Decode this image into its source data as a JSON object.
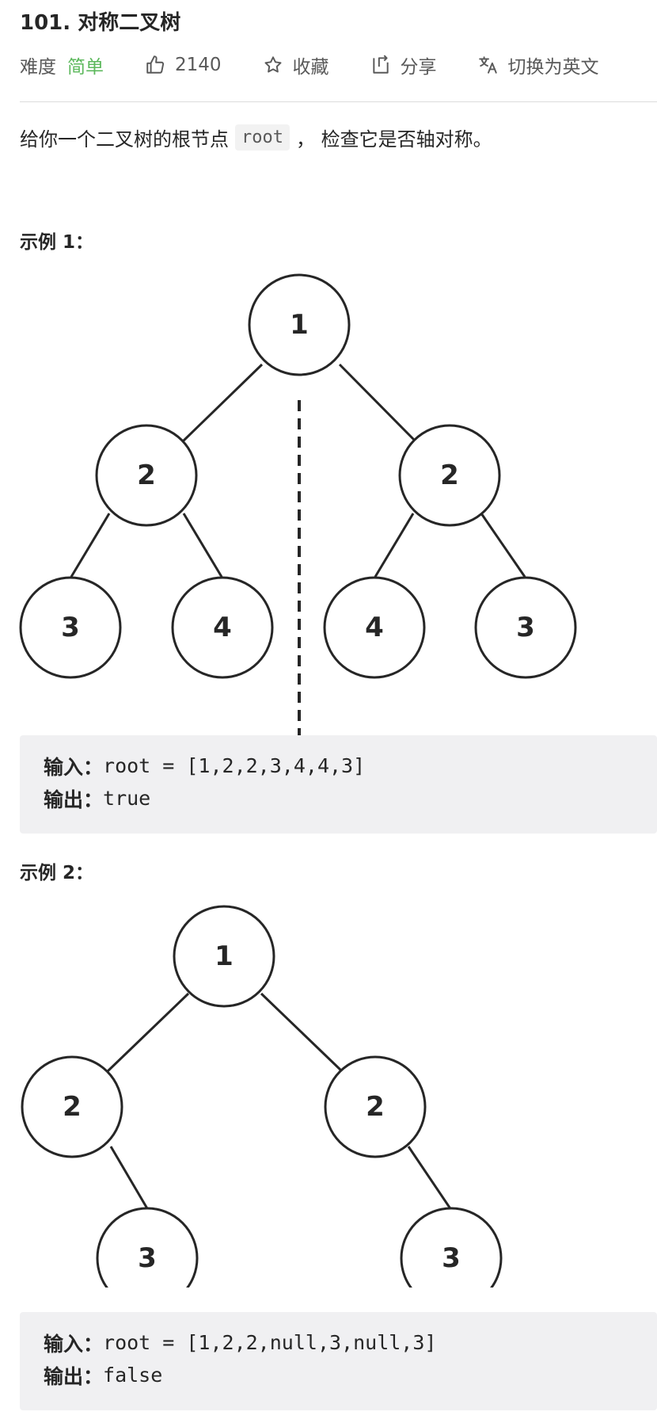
{
  "header": {
    "title": "101. 对称二叉树",
    "difficulty_label": "难度",
    "difficulty_value": "简单",
    "likes": "2140",
    "favorite_label": "收藏",
    "share_label": "分享",
    "translate_label": "切换为英文",
    "accent_color": "#5cb85c"
  },
  "description": {
    "before": "给你一个二叉树的根节点",
    "code": "root",
    "after": "， 检查它是否轴对称。"
  },
  "examples": [
    {
      "title": "示例 1：",
      "tree_nodes": [
        "1",
        "2",
        "2",
        "3",
        "4",
        "4",
        "3"
      ],
      "input_label": "输入：",
      "input_value": "root = [1,2,2,3,4,4,3]",
      "output_label": "输出：",
      "output_value": "true"
    },
    {
      "title": "示例 2：",
      "tree_nodes": [
        "1",
        "2",
        "2",
        "3",
        "3"
      ],
      "input_label": "输入：",
      "input_value": "root = [1,2,2,null,3,null,3]",
      "output_label": "输出：",
      "output_value": "false"
    }
  ]
}
